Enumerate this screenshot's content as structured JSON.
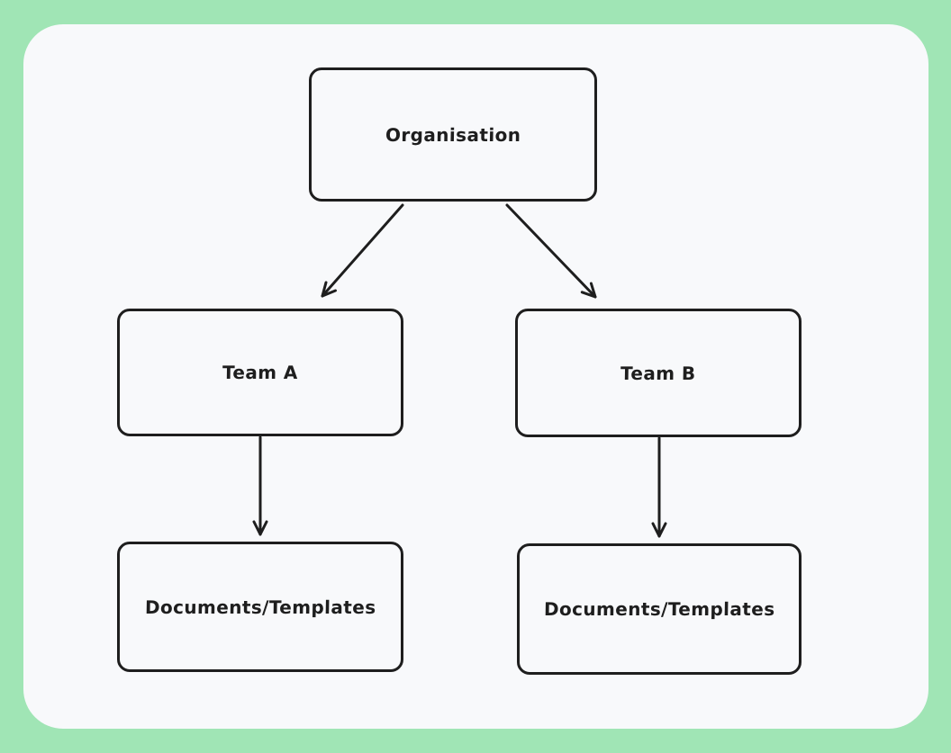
{
  "colors": {
    "canvas_background": "#a0e5b5",
    "panel_background": "#f8f9fb",
    "shape_stroke": "#1e1e1e",
    "text": "#1e1e1e"
  },
  "diagram": {
    "nodes": [
      {
        "id": "organisation",
        "label": "Organisation"
      },
      {
        "id": "team-a",
        "label": "Team A"
      },
      {
        "id": "team-b",
        "label": "Team B"
      },
      {
        "id": "documents-a",
        "label": "Documents/Templates"
      },
      {
        "id": "documents-b",
        "label": "Documents/Templates"
      }
    ],
    "edges": [
      {
        "from": "organisation",
        "to": "team-a",
        "style": "arrow"
      },
      {
        "from": "organisation",
        "to": "team-b",
        "style": "arrow"
      },
      {
        "from": "team-a",
        "to": "documents-a",
        "style": "arrow"
      },
      {
        "from": "team-b",
        "to": "documents-b",
        "style": "arrow"
      }
    ]
  }
}
